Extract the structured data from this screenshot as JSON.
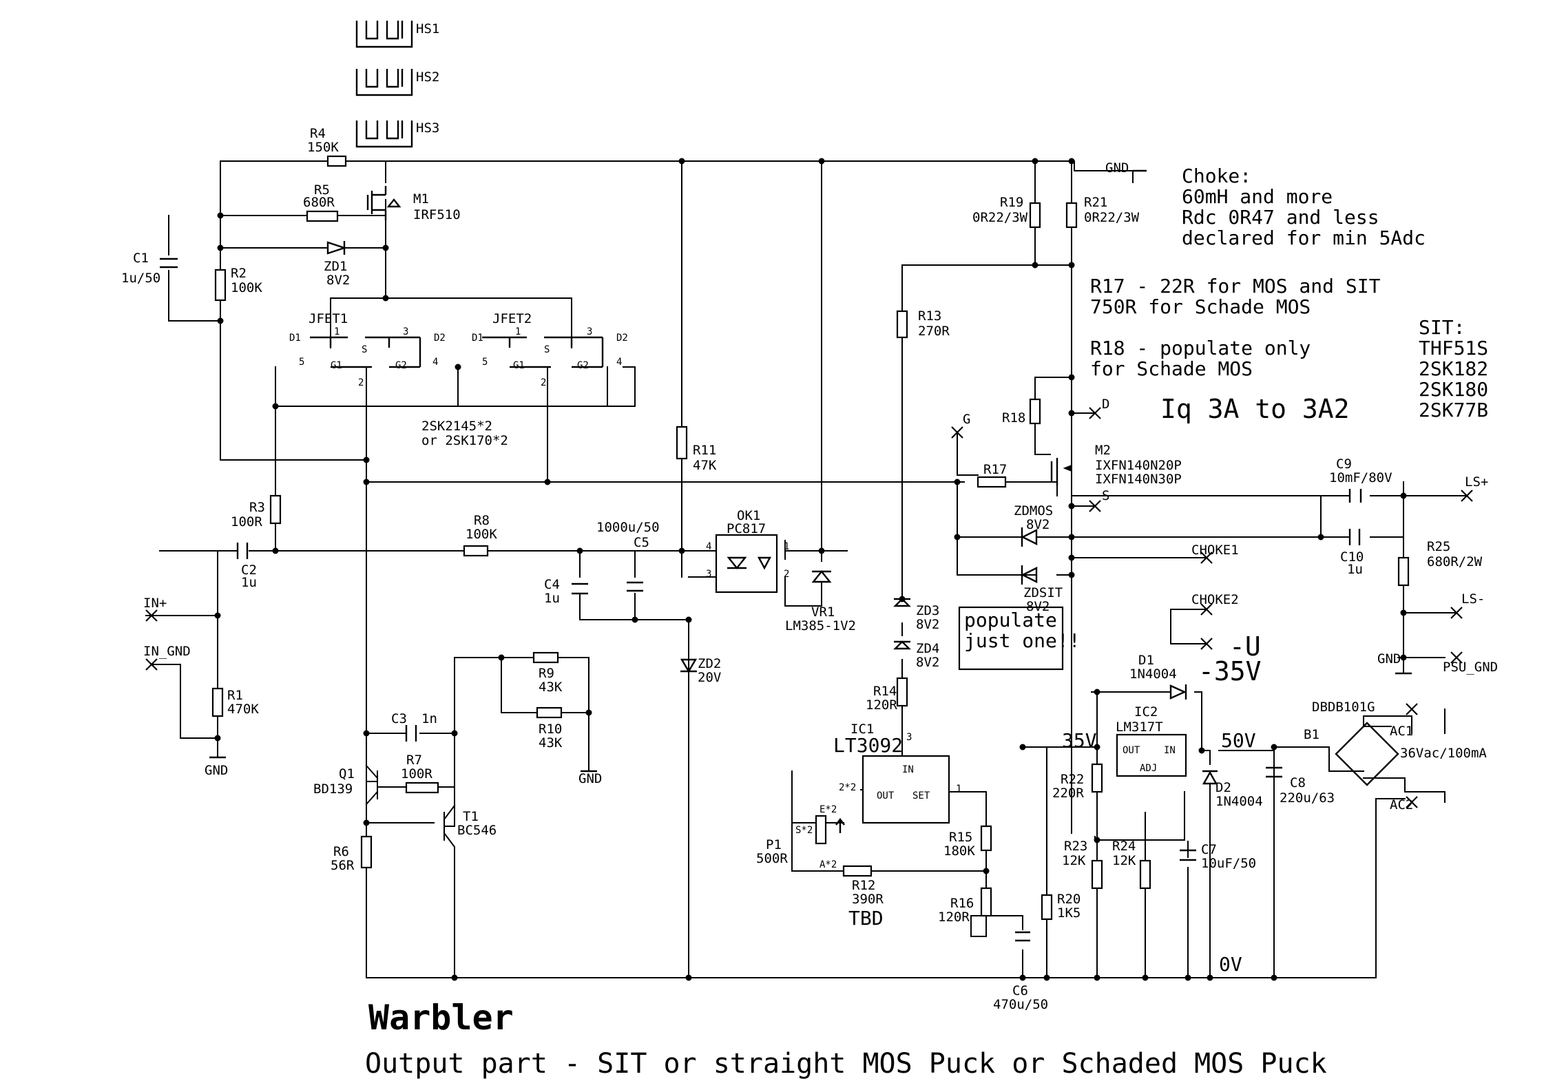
{
  "title": "Warbler",
  "subtitle": "Output part - SIT or straight MOS Puck or Schaded MOS Puck",
  "heatsinks": [
    "HS1",
    "HS2",
    "HS3"
  ],
  "notes": {
    "choke": [
      "Choke:",
      "60mH and more",
      "Rdc 0R47 and less",
      "declared for min 5Adc"
    ],
    "r17": [
      "R17 - 22R for MOS and SIT",
      "750R for Schade MOS"
    ],
    "r18": [
      "R18 - populate only",
      "for Schade MOS"
    ],
    "sit": [
      "SIT:",
      "THF51S",
      "2SK182",
      "2SK180",
      "2SK77B"
    ],
    "iq": "Iq 3A to 3A2",
    "populate": [
      "populate",
      "just one!!"
    ],
    "neg_u": "-U",
    "neg_35": "-35V"
  },
  "components": {
    "r4": {
      "ref": "R4",
      "val": "150K"
    },
    "r5": {
      "ref": "R5",
      "val": "680R"
    },
    "m1": {
      "ref": "M1",
      "val": "IRF510"
    },
    "zd1": {
      "ref": "ZD1",
      "val": "8V2"
    },
    "c1": {
      "ref": "C1",
      "val": "1u/50"
    },
    "r2": {
      "ref": "R2",
      "val": "100K"
    },
    "jfet1": {
      "ref": "JFET1"
    },
    "jfet2": {
      "ref": "JFET2"
    },
    "jfet_val": [
      "2SK2145*2",
      "or 2SK170*2"
    ],
    "r3": {
      "ref": "R3",
      "val": "100R"
    },
    "c2": {
      "ref": "C2",
      "val": "1u"
    },
    "r8": {
      "ref": "R8",
      "val": "100K"
    },
    "c5": {
      "ref": "C5",
      "val": "1000u/50"
    },
    "c4": {
      "ref": "C4",
      "val": "1u"
    },
    "r1": {
      "ref": "R1",
      "val": "470K"
    },
    "r9": {
      "ref": "R9",
      "val": "43K"
    },
    "r10": {
      "ref": "R10",
      "val": "43K"
    },
    "c3": {
      "ref": "C3",
      "val": "1n"
    },
    "r7": {
      "ref": "R7",
      "val": "100R"
    },
    "q1": {
      "ref": "Q1",
      "val": "BD139"
    },
    "t1": {
      "ref": "T1",
      "val": "BC546"
    },
    "r6": {
      "ref": "R6",
      "val": "56R"
    },
    "r11": {
      "ref": "R11",
      "val": "47K"
    },
    "ok1": {
      "ref": "OK1",
      "val": "PC817"
    },
    "zd2": {
      "ref": "ZD2",
      "val": "20V"
    },
    "vr1": {
      "ref": "VR1",
      "val": "LM385-1V2"
    },
    "r13": {
      "ref": "R13",
      "val": "270R"
    },
    "zd3": {
      "ref": "ZD3",
      "val": "8V2"
    },
    "zd4": {
      "ref": "ZD4",
      "val": "8V2"
    },
    "r14": {
      "ref": "R14",
      "val": "120R"
    },
    "ic1": {
      "ref": "IC1",
      "val": "LT3092"
    },
    "p1": {
      "ref": "P1",
      "val": "500R"
    },
    "r12": {
      "ref": "R12",
      "val": "390R",
      "extra": "TBD"
    },
    "r15": {
      "ref": "R15",
      "val": "180K"
    },
    "r16": {
      "ref": "R16",
      "val": "120R"
    },
    "c6": {
      "ref": "C6",
      "val": "470u/50"
    },
    "r19": {
      "ref": "R19",
      "val": "0R22/3W"
    },
    "r21": {
      "ref": "R21",
      "val": "0R22/3W"
    },
    "r18": {
      "ref": "R18"
    },
    "r17": {
      "ref": "R17"
    },
    "m2": {
      "ref": "M2",
      "val": "IXFN140N20P",
      "val2": "IXFN140N30P"
    },
    "zdmos": {
      "ref": "ZDMOS",
      "val": "8V2"
    },
    "zdsit": {
      "ref": "ZDSIT",
      "val": "8V2"
    },
    "c9": {
      "ref": "C9",
      "val": "10mF/80V"
    },
    "c10": {
      "ref": "C10",
      "val": "1u"
    },
    "r25": {
      "ref": "R25",
      "val": "680R/2W"
    },
    "d1": {
      "ref": "D1",
      "val": "1N4004"
    },
    "ic2": {
      "ref": "IC2",
      "val": "LM317T"
    },
    "d2": {
      "ref": "D2",
      "val": "1N4004"
    },
    "r22": {
      "ref": "R22",
      "val": "220R"
    },
    "r23": {
      "ref": "R23",
      "val": "12K"
    },
    "r24": {
      "ref": "R24",
      "val": "12K"
    },
    "r20": {
      "ref": "R20",
      "val": "1K5"
    },
    "c7": {
      "ref": "C7",
      "val": "10uF/50"
    },
    "c8": {
      "ref": "C8",
      "val": "220u/63"
    },
    "b1": {
      "ref": "B1",
      "val": "DBDB101G"
    }
  },
  "ports": {
    "in_plus": "IN+",
    "in_gnd": "IN_GND",
    "gnd": "GND",
    "gnd_top": "GND",
    "g": "G",
    "d": "D",
    "s": "S",
    "choke1": "CHOKE1",
    "choke2": "CHOKE2",
    "ls_plus": "LS+",
    "ls_minus": "LS-",
    "psu_gnd": "PSU_GND",
    "ac1": "AC1",
    "ac2": "AC2",
    "ac_spec": "36Vac/100mA"
  },
  "pins": {
    "d1": "D1",
    "d2": "D2",
    "g1": "G1",
    "g2": "G2",
    "s": "S",
    "p1": "1",
    "p2": "2",
    "p3": "3",
    "p4": "4",
    "p5": "5",
    "in": "IN",
    "out": "OUT",
    "set": "SET",
    "adj": "ADJ",
    "p2x2": "2*2",
    "e2": "E*2",
    "s2": "S*2",
    "a2": "A*2"
  },
  "rails": {
    "v35": "35V",
    "v50": "50V",
    "v0": "0V"
  }
}
